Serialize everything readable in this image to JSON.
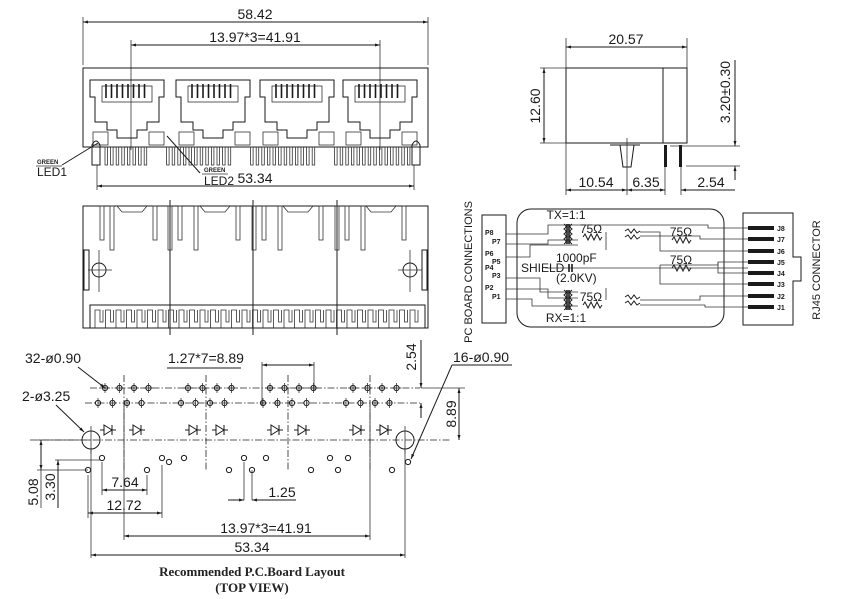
{
  "front_view": {
    "overall_width": "58.42",
    "port_pitch": "13.97*3=41.91",
    "peg_span": "53.34",
    "led1_color": "GREEN",
    "led1_label": "LED1",
    "led2_color": "GREEN",
    "led2_label": "LED2"
  },
  "side_view": {
    "depth": "20.57",
    "height": "12.60",
    "pin_length": "3.20±0.30",
    "offset_a": "10.54",
    "offset_b": "6.35",
    "pin_row_spacing": "2.54"
  },
  "schematic": {
    "left_block_label": "PC BOARD CONNECTIONS",
    "right_block_label": "RJ45 CONNECTOR",
    "tx_label": "TX=1:1",
    "rx_label": "RX=1:1",
    "resistor_labels": [
      "75Ω",
      "75Ω",
      "75Ω",
      "75Ω"
    ],
    "shield_label": "SHIELD",
    "cap_value": "1000pF",
    "cap_rating": "(2.0KV)",
    "pc_pins": [
      "P8",
      "P7",
      "P6",
      "P5",
      "P4",
      "P3",
      "P2",
      "P1"
    ],
    "rj45_pins": [
      "J8",
      "J7",
      "J6",
      "J5",
      "J4",
      "J3",
      "J2",
      "J1"
    ]
  },
  "pcb_layout": {
    "signal_holes": "32-ø0.90",
    "mount_holes": "2-ø3.25",
    "led_holes": "16-ø0.90",
    "pin_pitch": "1.27*7=8.89",
    "row_offset": "2.54",
    "row_to_mount": "8.89",
    "led_offset_a": "5.08",
    "led_offset_b": "3.30",
    "led_spacing_a": "7.64",
    "led_spacing_b": "12.72",
    "led_gap": "1.25",
    "port_pitch": "13.97*3=41.91",
    "mount_span": "53.34"
  },
  "caption": {
    "line1": "Recommended P.C.Board Layout",
    "line2": "(TOP VIEW)"
  }
}
